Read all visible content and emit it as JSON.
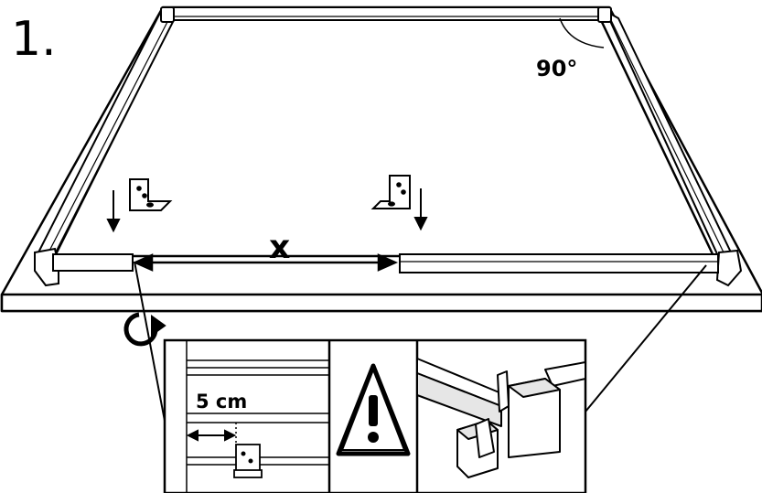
{
  "step": {
    "number": "1."
  },
  "annotations": {
    "angle": "90°",
    "distance": "x",
    "offset": "5 cm"
  },
  "colors": {
    "ink": "#000000",
    "paper": "#ffffff",
    "shade": "#e6e6e6",
    "mid": "#9a9a9a"
  },
  "icons": [
    "rotate-arrow-icon",
    "warning-icon",
    "bracket-icon",
    "down-arrow-icon",
    "double-arrow-icon"
  ]
}
